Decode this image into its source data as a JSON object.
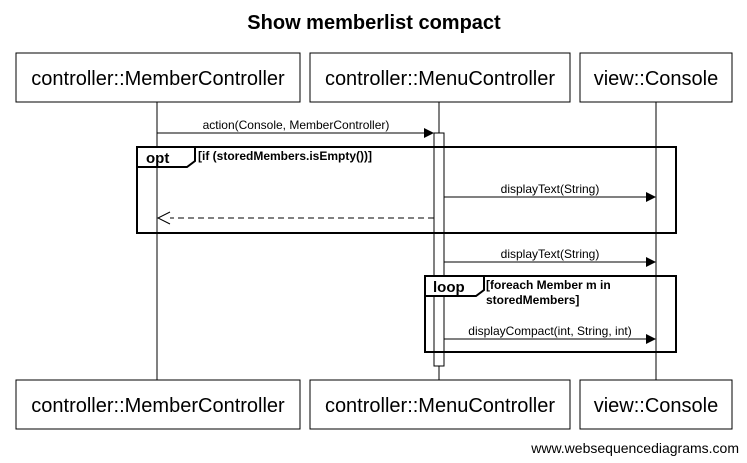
{
  "diagram": {
    "title": "Show memberlist compact",
    "participants": [
      {
        "id": "member",
        "label": "controller::MemberController"
      },
      {
        "id": "menu",
        "label": "controller::MenuController"
      },
      {
        "id": "console",
        "label": "view::Console"
      }
    ],
    "messages": [
      {
        "label": "action(Console, MemberController)"
      },
      {
        "label": "displayText(String)"
      },
      {
        "label": ""
      },
      {
        "label": "displayText(String)"
      },
      {
        "label": "displayCompact(int, String, int)"
      }
    ],
    "fragments": [
      {
        "keyword": "opt",
        "guard_lines": [
          "[if (storedMembers.isEmpty())]"
        ]
      },
      {
        "keyword": "loop",
        "guard_lines": [
          "[foreach Member m in",
          "storedMembers]"
        ]
      }
    ],
    "watermark": "www.websequencediagrams.com"
  }
}
